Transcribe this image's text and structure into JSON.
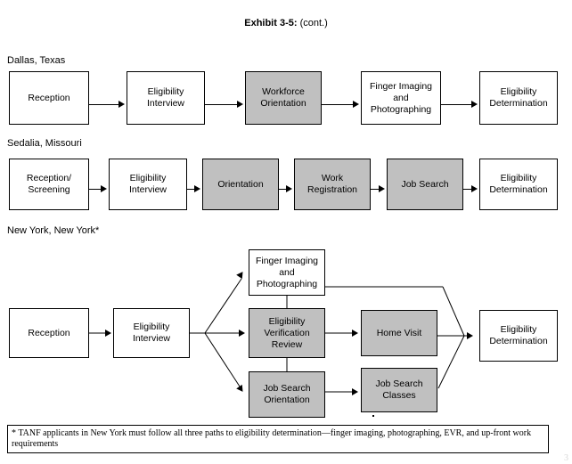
{
  "title": {
    "bold": "Exhibit 3-5:",
    "rest": " (cont.)"
  },
  "sections": [
    {
      "label": "Dallas, Texas",
      "nodes": [
        {
          "text": "Reception",
          "shaded": false
        },
        {
          "text": "Eligibility\nInterview",
          "shaded": false
        },
        {
          "text": "Workforce\nOrientation",
          "shaded": true
        },
        {
          "text": "Finger Imaging\nand\nPhotographing",
          "shaded": false
        },
        {
          "text": "Eligibility\nDetermination",
          "shaded": false
        }
      ]
    },
    {
      "label": "Sedalia, Missouri",
      "nodes": [
        {
          "text": "Reception/\nScreening",
          "shaded": false
        },
        {
          "text": "Eligibility\nInterview",
          "shaded": false
        },
        {
          "text": "Orientation",
          "shaded": true
        },
        {
          "text": "Work\nRegistration",
          "shaded": true
        },
        {
          "text": "Job Search",
          "shaded": true
        },
        {
          "text": "Eligibility\nDetermination",
          "shaded": false
        }
      ]
    },
    {
      "label": "New York, New York*",
      "nodes": [
        {
          "text": "Reception",
          "shaded": false
        },
        {
          "text": "Eligibility\nInterview",
          "shaded": false
        },
        {
          "text": "Finger Imaging\nand\nPhotographing",
          "shaded": false
        },
        {
          "text": "Eligibility\nVerification\nReview",
          "shaded": true
        },
        {
          "text": "Job Search\nOrientation",
          "shaded": true
        },
        {
          "text": "Home Visit",
          "shaded": true
        },
        {
          "text": "Job Search\nClasses",
          "shaded": true
        },
        {
          "text": "Eligibility\nDetermination",
          "shaded": false
        }
      ]
    }
  ],
  "footnote": "* TANF applicants in New York must follow all three paths to eligibility determination—finger imaging, photographing, EVR, and up-front work requirements",
  "page_number": "3",
  "colors": {
    "shaded_fill": "#c0c0c0",
    "line": "#000000",
    "background": "#ffffff"
  }
}
